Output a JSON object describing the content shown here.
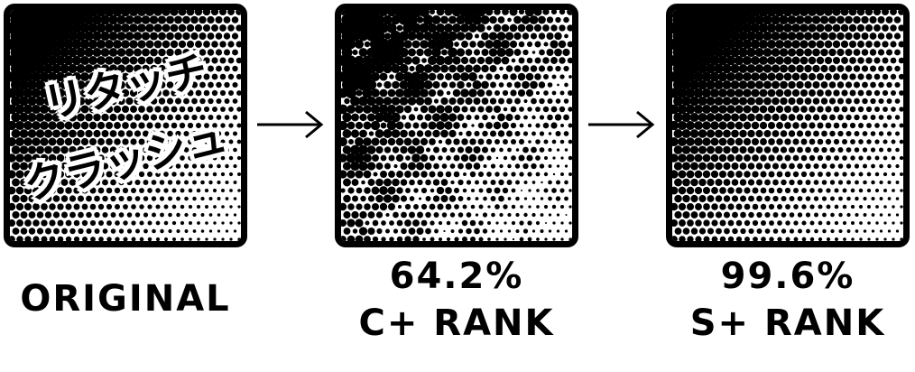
{
  "panels": {
    "original": {
      "caption": "ORIGINAL",
      "overlay_lines": [
        "リタッチ",
        "クラッシュ"
      ]
    },
    "result_1": {
      "score": "64.2%",
      "rank": "C+ RANK"
    },
    "result_2": {
      "score": "99.6%",
      "rank": "S+ RANK"
    }
  },
  "colors": {
    "ink": "#000000",
    "paper": "#ffffff"
  },
  "icons": [
    "right-arrow-icon",
    "right-arrow-icon"
  ]
}
